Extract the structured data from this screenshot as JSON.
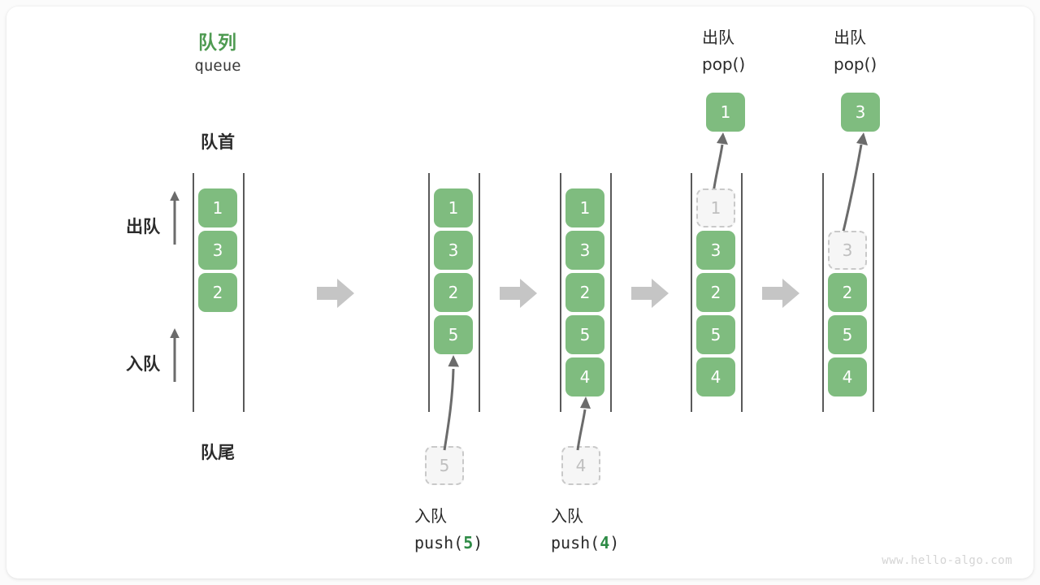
{
  "diagram": {
    "title_cn": "队列",
    "title_en": "queue",
    "label_front": "队首",
    "label_rear": "队尾",
    "label_dequeue": "出队",
    "label_enqueue": "入队",
    "watermark": "www.hello-algo.com",
    "colors": {
      "accent_green": "#4e9a51",
      "box_green": "#7fbc7f",
      "ghost_gray": "#bfbfbf",
      "arrow_gray": "#c5c5c5",
      "rail_gray": "#5a5a5a",
      "text_dark": "#2b2b2b",
      "watermark_gray": "#d4d4d4"
    },
    "steps": [
      {
        "id": "step-1-initial",
        "items": [
          {
            "value": "1",
            "state": "filled"
          },
          {
            "value": "3",
            "state": "filled"
          },
          {
            "value": "2",
            "state": "filled"
          }
        ],
        "leading_empty": 0,
        "incoming": null,
        "outgoing": null,
        "caption_cn": "",
        "caption_code": ""
      },
      {
        "id": "step-2-push-5",
        "items": [
          {
            "value": "1",
            "state": "filled"
          },
          {
            "value": "3",
            "state": "filled"
          },
          {
            "value": "2",
            "state": "filled"
          },
          {
            "value": "5",
            "state": "filled"
          }
        ],
        "leading_empty": 0,
        "incoming": {
          "value": "5",
          "state": "ghost"
        },
        "outgoing": null,
        "caption_cn": "入队",
        "caption_code_prefix": "push(",
        "caption_code_arg": "5",
        "caption_code_suffix": ")"
      },
      {
        "id": "step-3-push-4",
        "items": [
          {
            "value": "1",
            "state": "filled"
          },
          {
            "value": "3",
            "state": "filled"
          },
          {
            "value": "2",
            "state": "filled"
          },
          {
            "value": "5",
            "state": "filled"
          },
          {
            "value": "4",
            "state": "filled"
          }
        ],
        "leading_empty": 0,
        "incoming": {
          "value": "4",
          "state": "ghost"
        },
        "outgoing": null,
        "caption_cn": "入队",
        "caption_code_prefix": "push(",
        "caption_code_arg": "4",
        "caption_code_suffix": ")"
      },
      {
        "id": "step-4-pop-1",
        "items": [
          {
            "value": "1",
            "state": "ghost"
          },
          {
            "value": "3",
            "state": "filled"
          },
          {
            "value": "2",
            "state": "filled"
          },
          {
            "value": "5",
            "state": "filled"
          },
          {
            "value": "4",
            "state": "filled"
          }
        ],
        "leading_empty": 0,
        "incoming": null,
        "outgoing": {
          "value": "1",
          "state": "filled"
        },
        "caption_cn": "出队",
        "caption_code": "pop()"
      },
      {
        "id": "step-5-pop-3",
        "items": [
          {
            "value": "3",
            "state": "ghost"
          },
          {
            "value": "2",
            "state": "filled"
          },
          {
            "value": "5",
            "state": "filled"
          },
          {
            "value": "4",
            "state": "filled"
          }
        ],
        "leading_empty": 1,
        "incoming": null,
        "outgoing": {
          "value": "3",
          "state": "filled"
        },
        "caption_cn": "出队",
        "caption_code": "pop()"
      }
    ]
  }
}
